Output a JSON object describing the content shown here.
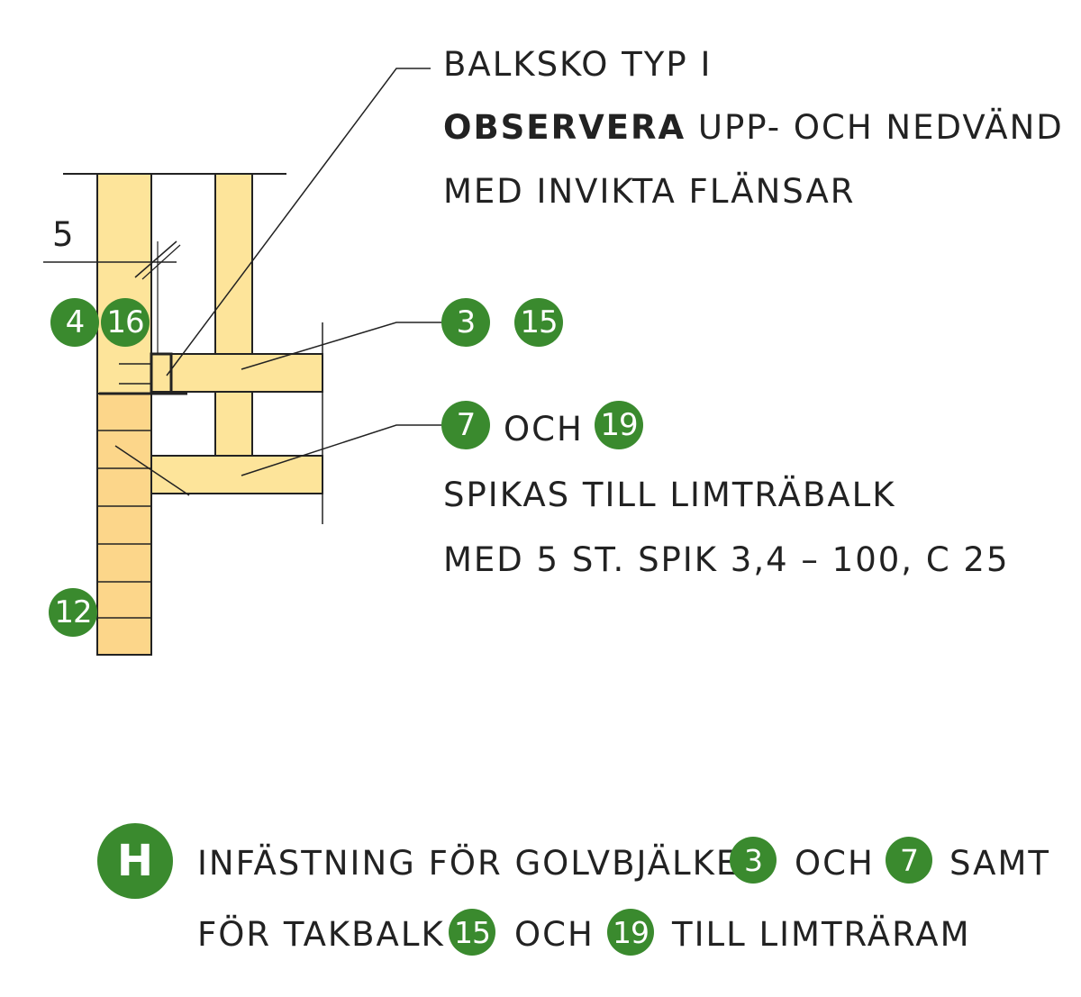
{
  "colors": {
    "wood": "#fde49a",
    "glulam": "#fcd68a",
    "badge": "#3a8a2e",
    "line": "#222222"
  },
  "dimension": {
    "value": "5"
  },
  "callouts": {
    "hanger_line1": "BALKSKO TYP I",
    "hanger_bold": "OBSERVERA",
    "hanger_line2_rest": "UPP- OCH NEDVÄND",
    "hanger_line3": "MED INVIKTA FLÄNSAR",
    "joist_b1": "3",
    "joist_b2": "15",
    "lower_b1": "7",
    "lower_och": "OCH",
    "lower_b2": "19",
    "nail_line1": "SPIKAS TILL LIMTRÄBALK",
    "nail_line2": "MED 5 ST. SPIK 3,4 – 100, C 25"
  },
  "part_badges": {
    "post_a": "4",
    "post_b": "16",
    "glulam": "12"
  },
  "footer": {
    "letter": "H",
    "line1_a": "INFÄSTNING FÖR GOLVBJÄLKE",
    "b1": "3",
    "och_1": "OCH",
    "b2": "7",
    "line1_c": "SAMT",
    "line2_a": "FÖR TAKBALK",
    "b3": "15",
    "och_2": "OCH",
    "b4": "19",
    "line2_c": "TILL LIMTRÄRAM"
  }
}
